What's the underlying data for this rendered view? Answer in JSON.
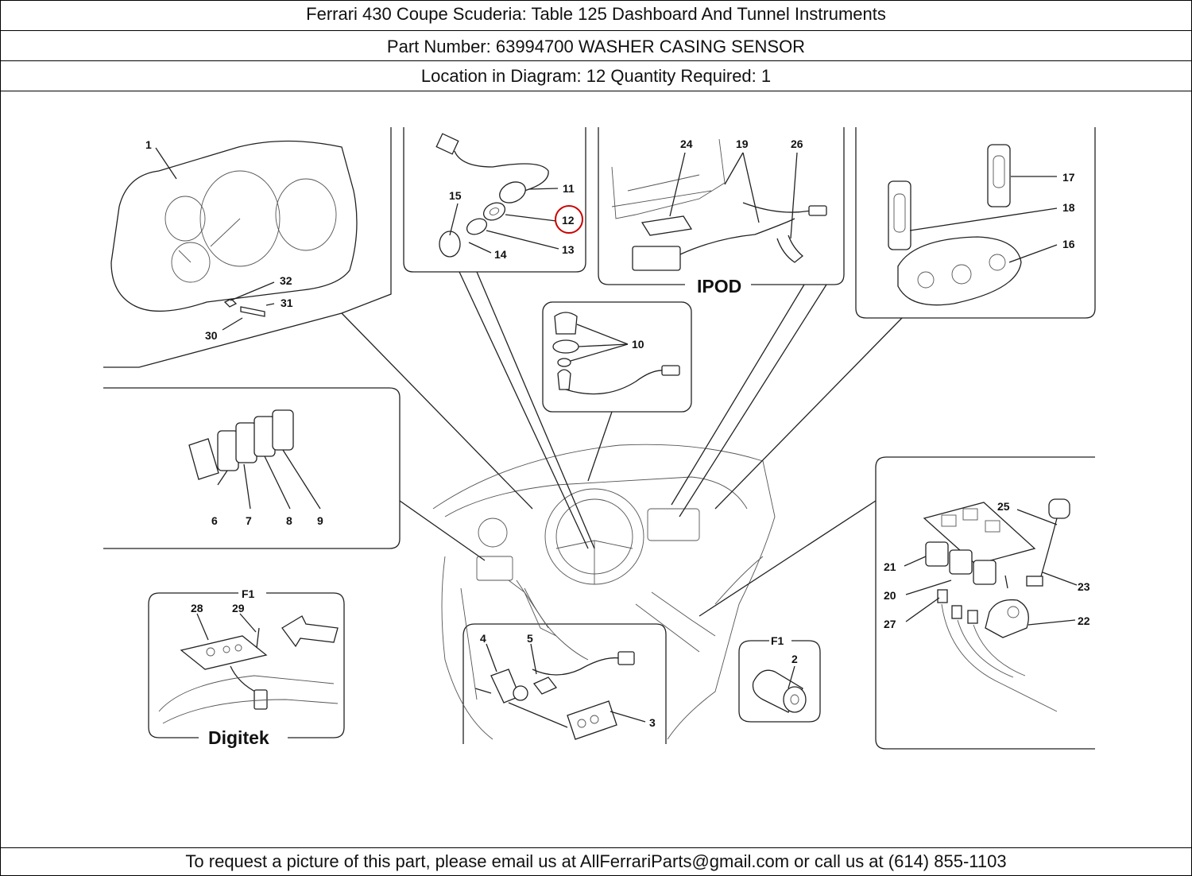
{
  "header": {
    "title": "Ferrari 430 Coupe Scuderia:   Table 125 Dashboard And Tunnel Instruments",
    "part": "Part Number: 63994700   WASHER CASING SENSOR",
    "location": "Location in Diagram: 12   Quantity Required: 1"
  },
  "diagram": {
    "callouts": [
      "1",
      "2",
      "3",
      "4",
      "5",
      "6",
      "7",
      "8",
      "9",
      "10",
      "11",
      "12",
      "13",
      "14",
      "15",
      "16",
      "17",
      "18",
      "19",
      "20",
      "21",
      "22",
      "23",
      "24",
      "25",
      "26",
      "27",
      "28",
      "29",
      "30",
      "31",
      "32"
    ],
    "highlighted": "12",
    "highlight_color": "#cc0000",
    "section_labels": {
      "ipod": "IPOD",
      "digitek": "Digitek",
      "f1_a": "F1",
      "f1_b": "F1"
    }
  },
  "footer": {
    "text": "To request a picture of this part, please email us at AllFerrariParts@gmail.com or call us at (614) 855-1103"
  }
}
